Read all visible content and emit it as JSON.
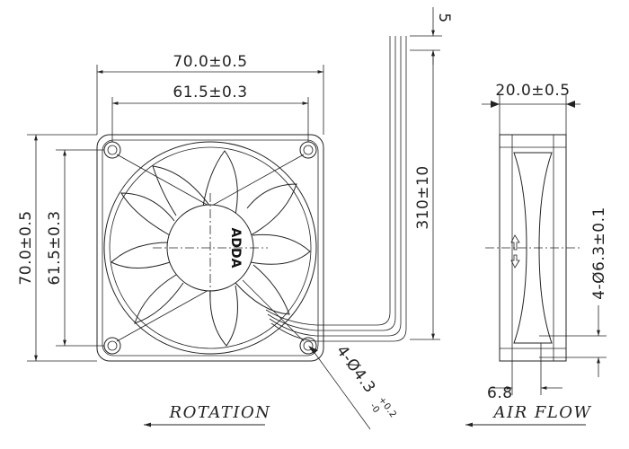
{
  "front_view": {
    "width_overall": "70.0±0.5",
    "width_holes": "61.5±0.3",
    "height_overall": "70.0±0.5",
    "height_holes": "61.5±0.3",
    "hole_callout_main": "4-Ø4.3",
    "hole_tol_plus": "+0.2",
    "hole_tol_minus": "-0",
    "lead_length": "310±10",
    "lead_strip": "5",
    "logo": "ADDA",
    "rotation_label": "ROTATION"
  },
  "side_view": {
    "thickness": "20.0±0.5",
    "hole_callout": "4-Ø6.3±0.1",
    "flange": "6.8",
    "airflow_label": "AIR FLOW"
  }
}
